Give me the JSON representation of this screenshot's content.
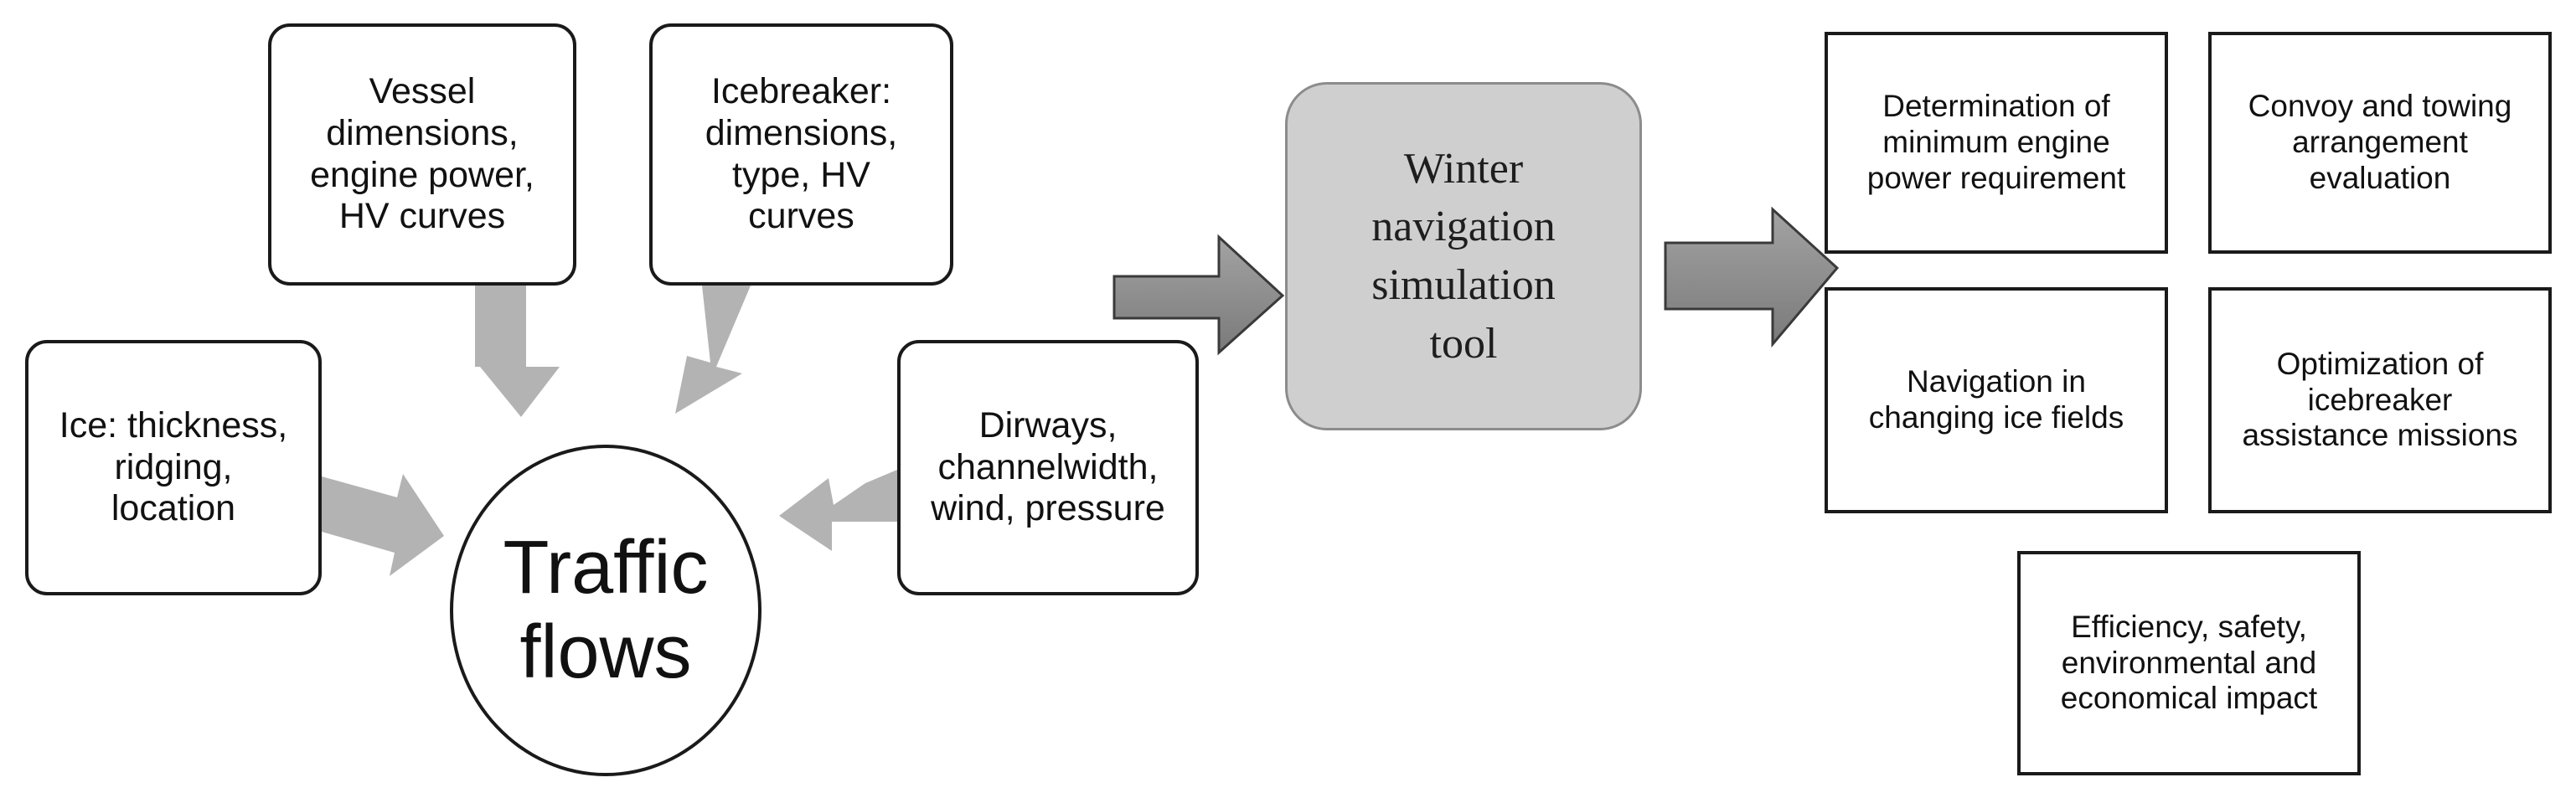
{
  "inputs": {
    "vessel": "Vessel\ndimensions,\nengine power,\nHV curves",
    "icebreaker": "Icebreaker:\ndimensions,\ntype, HV\ncurves",
    "ice": "Ice: thickness,\nridging,\nlocation",
    "dirways": "Dirways,\nchannelwidth,\nwind, pressure"
  },
  "hub": {
    "label": "Traffic\nflows"
  },
  "tool": {
    "label": "Winter\nnavigation\nsimulation\ntool"
  },
  "outputs": [
    "Determination of\nminimum engine\npower requirement",
    "Convoy and towing\narrangement\nevaluation",
    "Navigation in\nchanging ice fields",
    "Optimization of\nicebreaker\nassistance missions",
    "Efficiency, safety,\nenvironmental and\neconomical impact"
  ],
  "colors": {
    "feed_arrow": "#b3b3b3",
    "flow_arrow": "#8a8a8a",
    "tool_fill": "#cfcfcf",
    "outline": "#1a1a1a"
  }
}
